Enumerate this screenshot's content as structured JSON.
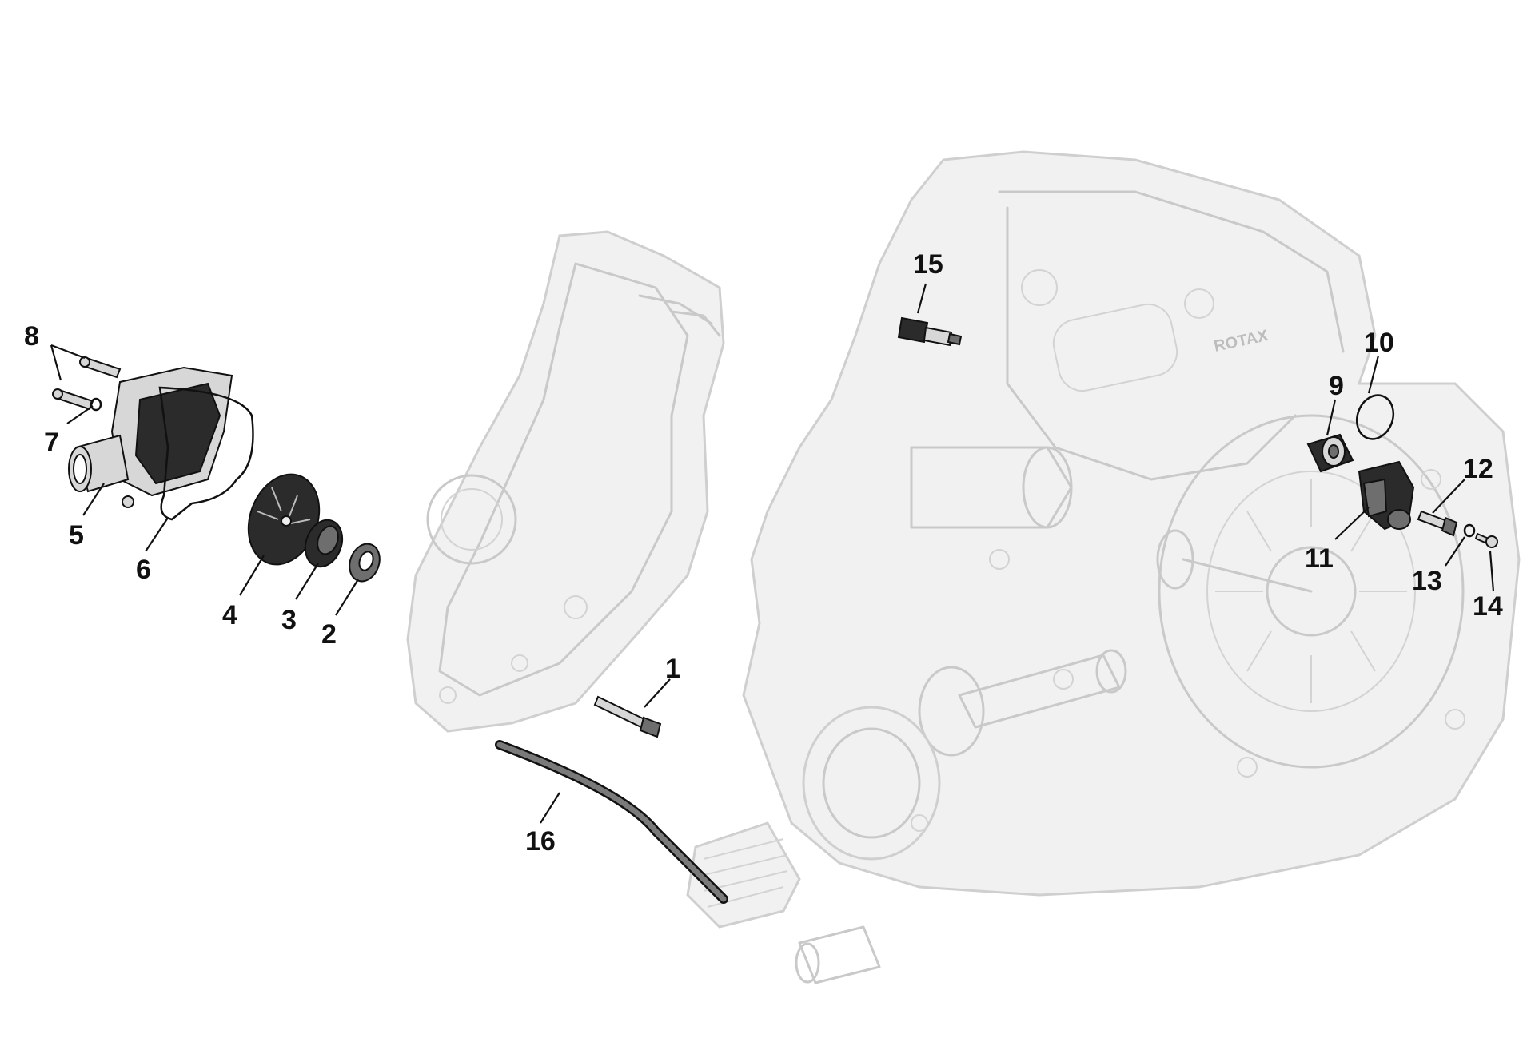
{
  "diagram": {
    "engine_marking": "ROTAX",
    "callouts": [
      {
        "id": "1",
        "label": "1"
      },
      {
        "id": "2",
        "label": "2"
      },
      {
        "id": "3",
        "label": "3"
      },
      {
        "id": "4",
        "label": "4"
      },
      {
        "id": "5",
        "label": "5"
      },
      {
        "id": "6",
        "label": "6"
      },
      {
        "id": "7",
        "label": "7"
      },
      {
        "id": "8",
        "label": "8"
      },
      {
        "id": "9",
        "label": "9"
      },
      {
        "id": "10",
        "label": "10"
      },
      {
        "id": "11",
        "label": "11"
      },
      {
        "id": "12",
        "label": "12"
      },
      {
        "id": "13",
        "label": "13"
      },
      {
        "id": "14",
        "label": "14"
      },
      {
        "id": "15",
        "label": "15"
      },
      {
        "id": "16",
        "label": "16"
      }
    ]
  }
}
